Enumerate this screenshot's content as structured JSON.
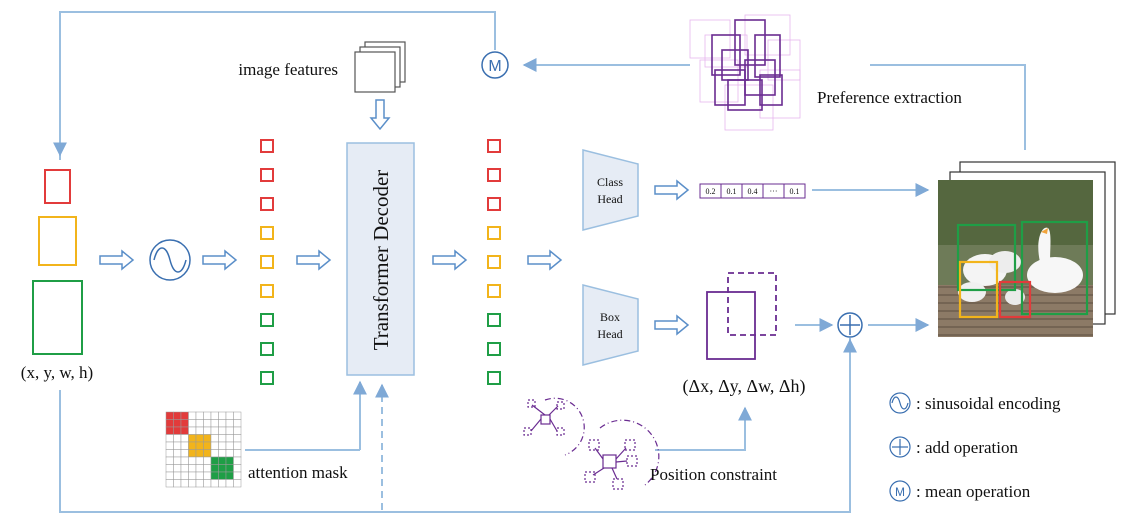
{
  "input": {
    "coords_label": "(x, y, w, h)",
    "colors": {
      "red": "#e23b3b",
      "yellow": "#f2b41b",
      "green": "#1f9e46"
    }
  },
  "inputs": {
    "image_features": "image features",
    "attention_mask": "attention mask"
  },
  "decoder": {
    "label": "Transformer Decoder"
  },
  "heads": {
    "class_head": [
      "Class",
      "Head"
    ],
    "box_head": [
      "Box",
      "Head"
    ]
  },
  "class_scores": [
    "0.2",
    "0.1",
    "0.4",
    "···",
    "0.1"
  ],
  "box_delta_label": "(Δx, Δy, Δw, Δh)",
  "position_constraint": "Position constraint",
  "preference_extraction": "Preference extraction",
  "legend": [
    {
      "icon": "sinusoidal-icon",
      "text": ": sinusoidal encoding"
    },
    {
      "icon": "add-icon",
      "text": ": add operation"
    },
    {
      "icon": "mean-icon",
      "text": ": mean operation"
    }
  ],
  "mean_symbol": "M",
  "colors": {
    "line": "#9bbfe0",
    "arrow": "#5b8fc9",
    "purple": "#6a2c91",
    "decoder_fill": "#e6ecf5"
  }
}
